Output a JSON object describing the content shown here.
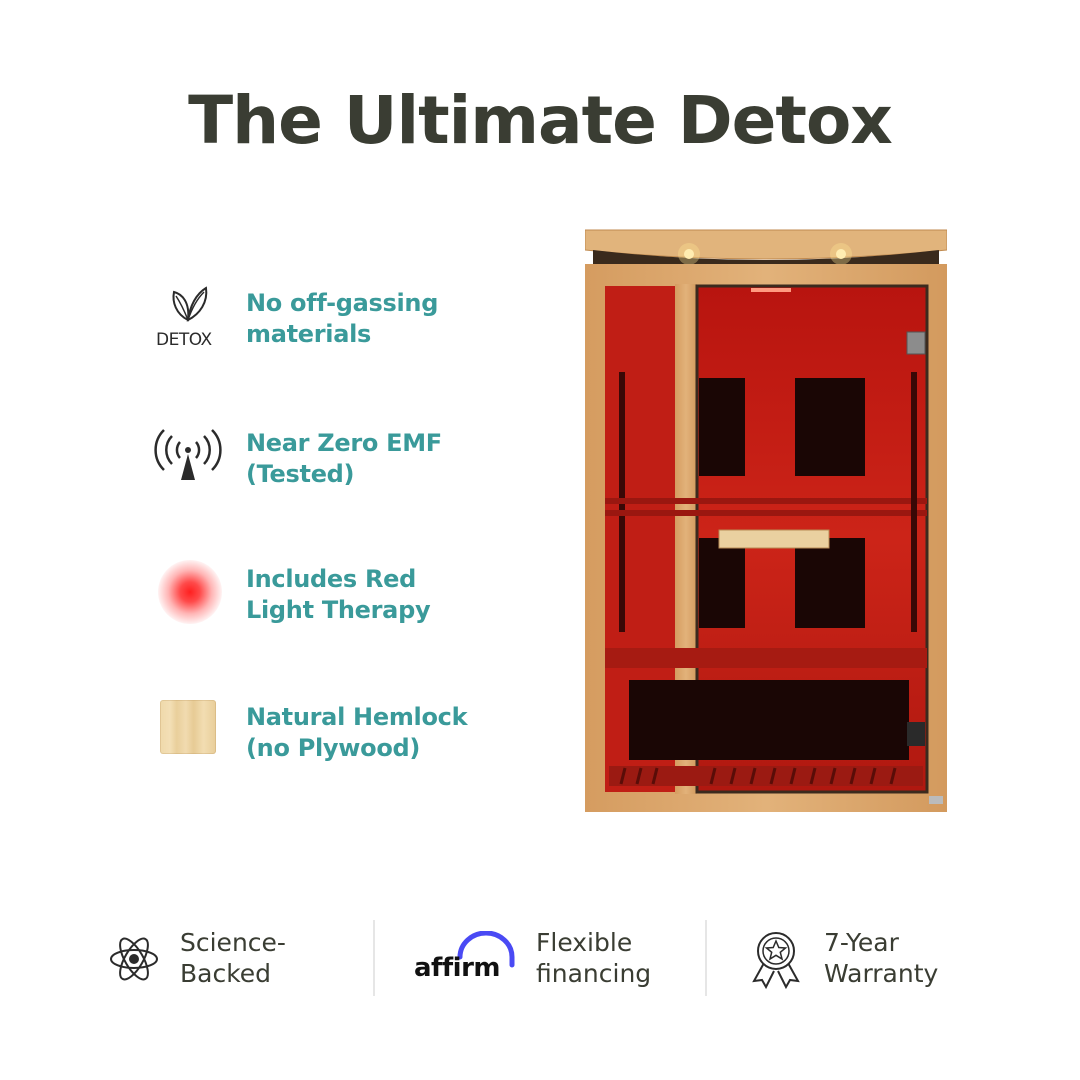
{
  "title": "The Ultimate Detox",
  "features": [
    {
      "icon": "leaf-detox-icon",
      "icon_text": "DETOX",
      "line1": "No off-gassing",
      "line2": "materials"
    },
    {
      "icon": "antenna-signal-icon",
      "line1": "Near Zero EMF",
      "line2": "(Tested)"
    },
    {
      "icon": "red-light-icon",
      "line1": "Includes Red",
      "line2": "Light Therapy"
    },
    {
      "icon": "wood-swatch-icon",
      "line1": "Natural Hemlock",
      "line2": "(no Plywood)"
    }
  ],
  "badges": [
    {
      "icon": "atom-icon",
      "line1": "Science-",
      "line2": "Backed"
    },
    {
      "icon": "affirm-logo",
      "logo_text": "affirm",
      "line1": "Flexible",
      "line2": "financing"
    },
    {
      "icon": "award-ribbon-icon",
      "line1": "7-Year",
      "line2": "Warranty"
    }
  ],
  "colors": {
    "title": "#3a3d33",
    "feature_text": "#3a9a9a",
    "sauna_wood": "#d9a46a",
    "sauna_interior": "#c21a14",
    "affirm_arc": "#4a4af4"
  }
}
